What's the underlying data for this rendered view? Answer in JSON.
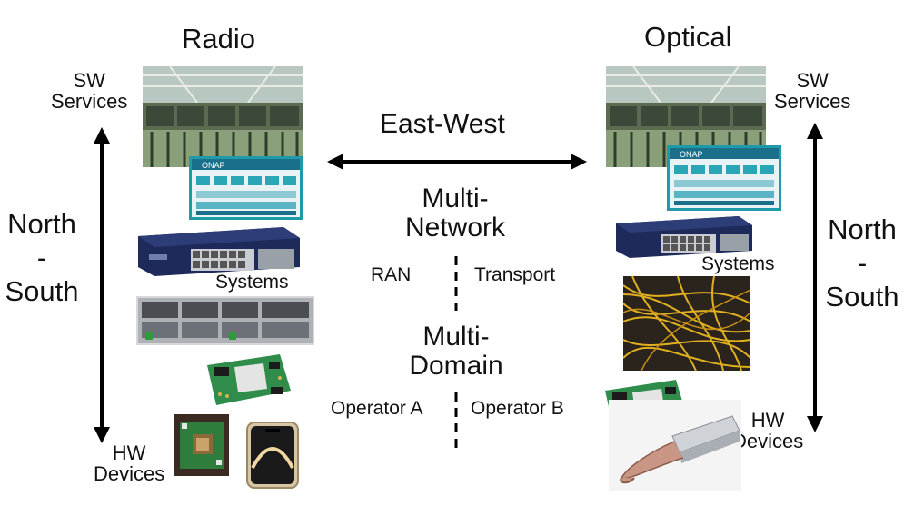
{
  "titles": {
    "left": "Radio",
    "right": "Optical"
  },
  "left": {
    "sw_services": "SW\nServices",
    "hw_devices": "HW\nDevices",
    "systems": "Systems",
    "north_south": "North\n-\nSouth"
  },
  "right": {
    "sw_services": "SW\nServices",
    "hw_devices": "HW\nDevices",
    "systems": "Systems",
    "north_south": "North\n-\nSouth"
  },
  "center": {
    "east_west": "East-West",
    "multi_network": "Multi-\nNetwork",
    "ran": "RAN",
    "transport": "Transport",
    "multi_domain": "Multi-\nDomain",
    "operator_a": "Operator A",
    "operator_b": "Operator B"
  },
  "images": {
    "datacenter": "datacenter-photo",
    "onap": "ONAP",
    "router": "network-router-photo",
    "server_rack": "server-chassis-photo",
    "board": "dev-board-photo",
    "chip_board": "chip-board-photo",
    "phone": "smartphone-photo",
    "fiber": "fiber-patch-panel-photo",
    "transceiver": "optical-transceiver-photo"
  },
  "colors": {
    "arrow": "#000000",
    "onap_teal": "#1f9aa8",
    "fiber_yellow": "#e0b020"
  }
}
